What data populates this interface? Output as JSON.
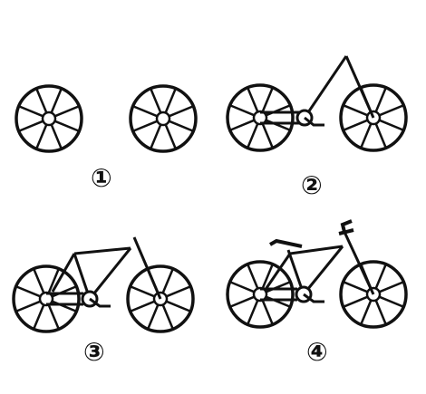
{
  "labels": {
    "step1": "①",
    "step2": "②",
    "step3": "③",
    "step4": "④"
  },
  "stroke_color": "#111111"
}
